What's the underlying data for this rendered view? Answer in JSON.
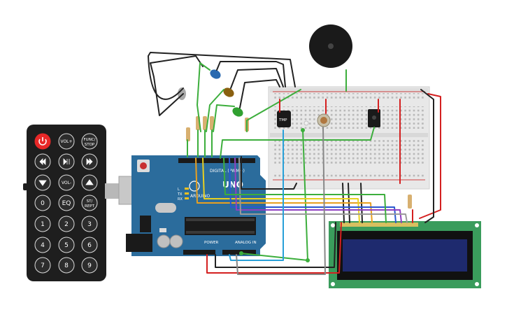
{
  "remote": {
    "buttons": [
      {
        "label": "",
        "kind": "power"
      },
      {
        "label": "VOL+",
        "kind": "text"
      },
      {
        "label": "FUNC/\nSTOP",
        "kind": "text"
      },
      {
        "label": "",
        "kind": "prev"
      },
      {
        "label": "",
        "kind": "playpause"
      },
      {
        "label": "",
        "kind": "next"
      },
      {
        "label": "",
        "kind": "down"
      },
      {
        "label": "VOL-",
        "kind": "text"
      },
      {
        "label": "",
        "kind": "up"
      },
      {
        "label": "0",
        "kind": "text"
      },
      {
        "label": "EQ",
        "kind": "text"
      },
      {
        "label": "ST/\nREPT",
        "kind": "text"
      },
      {
        "label": "1",
        "kind": "text"
      },
      {
        "label": "2",
        "kind": "text"
      },
      {
        "label": "3",
        "kind": "text"
      },
      {
        "label": "4",
        "kind": "text"
      },
      {
        "label": "5",
        "kind": "text"
      },
      {
        "label": "6",
        "kind": "text"
      },
      {
        "label": "7",
        "kind": "text"
      },
      {
        "label": "8",
        "kind": "text"
      },
      {
        "label": "9",
        "kind": "text"
      }
    ]
  },
  "arduino": {
    "brand": "ARDUINO",
    "model": "UNO",
    "digital_label": "DIGITAL (PWM~)",
    "power_label": "POWER",
    "analog_label": "ANALOG IN",
    "tx_label": "TX",
    "rx_label": "RX",
    "l_label": "L"
  },
  "breadboard": {
    "sensor_label": "TMP"
  },
  "colors": {
    "board": "#2b6c9c",
    "wire_black": "#222222",
    "wire_green": "#3cae3c",
    "wire_red": "#d42020",
    "wire_orange": "#e8a020",
    "wire_yellow": "#e8d020",
    "wire_blue": "#2a58d0",
    "wire_purple": "#9040c0",
    "wire_gray": "#9a9a9a",
    "wire_cyan": "#28a0d8",
    "lcd_board": "#3a9c5c",
    "lcd_screen": "#1e2a6e"
  }
}
